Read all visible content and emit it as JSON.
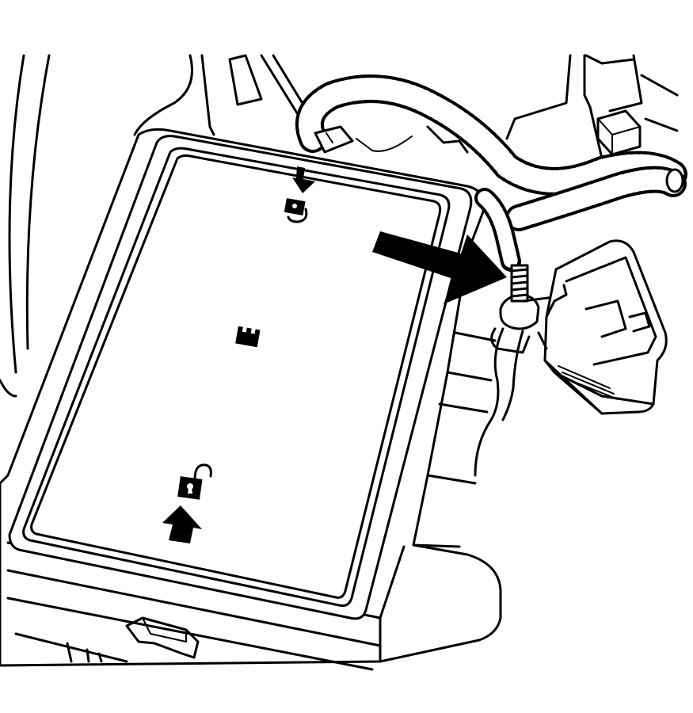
{
  "diagram": {
    "parts": [
      {
        "id": "fuse-block-cover",
        "kind": "cover"
      },
      {
        "id": "lock-symbol-closed",
        "kind": "icon"
      },
      {
        "id": "lock-symbol-open",
        "kind": "icon"
      },
      {
        "id": "fuse-symbol",
        "kind": "icon"
      },
      {
        "id": "battery-positive-stud",
        "kind": "fastener"
      },
      {
        "id": "wiring-harness",
        "kind": "harness"
      },
      {
        "id": "electrical-connector",
        "kind": "connector"
      }
    ],
    "callouts": [
      {
        "id": "stud-pointer-arrow",
        "points_to": "battery-positive-stud"
      },
      {
        "id": "push-arrow-top",
        "direction": "down"
      },
      {
        "id": "push-arrow-bottom",
        "direction": "up"
      }
    ],
    "colors": {
      "line": "#000000",
      "background": "#ffffff"
    }
  }
}
